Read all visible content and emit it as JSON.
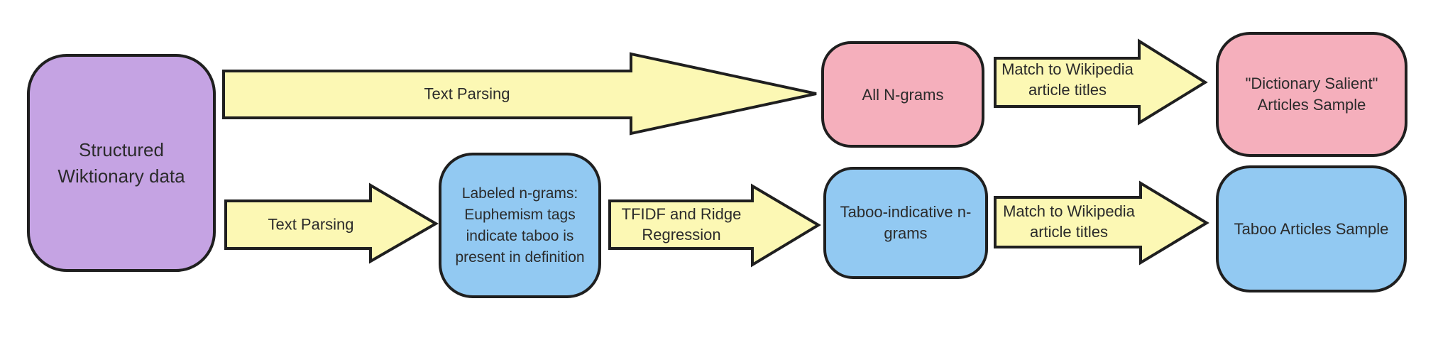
{
  "diagram": {
    "nodes": {
      "structured_wiktionary": {
        "label": "Structured\nWiktionary data",
        "fill": "#C5A3E3"
      },
      "all_ngrams": {
        "label": "All N-grams",
        "fill": "#F5AFBC"
      },
      "dictionary_salient": {
        "label": "\"Dictionary Salient\"\nArticles Sample",
        "fill": "#F5AFBC"
      },
      "labeled_ngrams": {
        "label": "Labeled n-grams:\nEuphemism tags\nindicate taboo is\npresent in definition",
        "fill": "#92C9F2"
      },
      "taboo_indicative": {
        "label": "Taboo-indicative n-\ngrams",
        "fill": "#92C9F2"
      },
      "taboo_articles": {
        "label": "Taboo Articles Sample",
        "fill": "#92C9F2"
      }
    },
    "arrows": {
      "text_parsing_top": {
        "label": "Text Parsing"
      },
      "text_parsing_bottom": {
        "label": "Text Parsing"
      },
      "tfidf_ridge": {
        "label": "TFIDF and Ridge\nRegression"
      },
      "match_wikipedia_top": {
        "label": "Match to Wikipedia\narticle titles"
      },
      "match_wikipedia_bottom": {
        "label": "Match to Wikipedia\narticle titles"
      }
    },
    "colors": {
      "arrow_fill": "#FCF8B4",
      "stroke": "#1F1F1F",
      "text": "#2B2B2B",
      "purple": "#C5A3E3",
      "pink": "#F5AFBC",
      "blue": "#92C9F2",
      "background": "#FFFFFF"
    }
  }
}
